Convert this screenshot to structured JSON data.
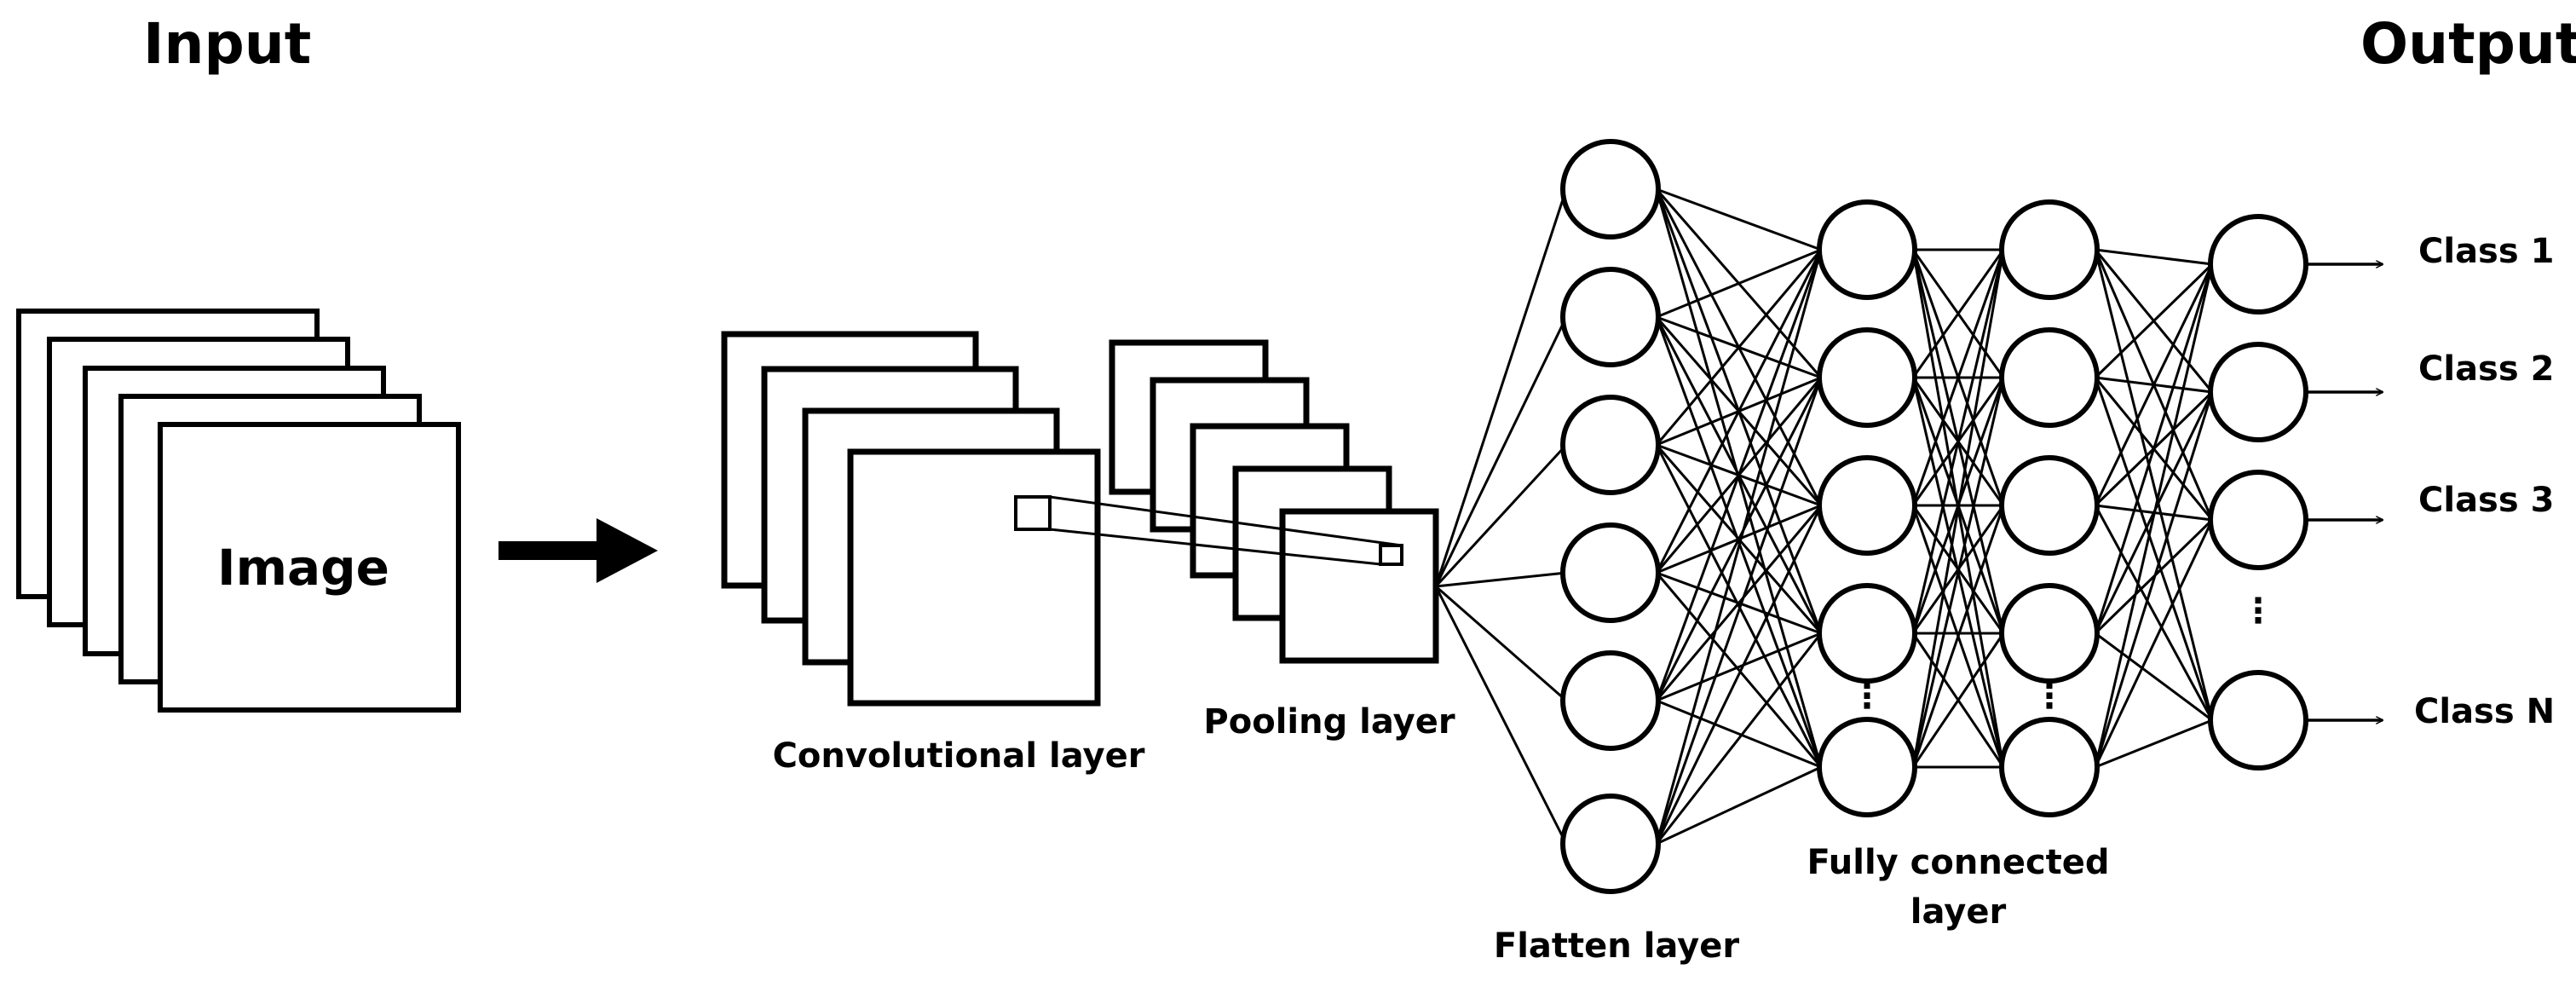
{
  "labels": {
    "input": "Input",
    "output": "Output",
    "image": "Image",
    "convolutional_layer": "Convolutional layer",
    "pooling_layer": "Pooling layer",
    "flatten_layer": "Flatten layer",
    "fully_connected_line1": "Fully connected",
    "fully_connected_line2": "layer",
    "dots": "⋮"
  },
  "classes": [
    "Class 1",
    "Class 2",
    "Class 3",
    "Class N"
  ],
  "stack_counts": {
    "input_images": 5,
    "conv_maps": 4,
    "pool_maps": 5
  },
  "neuron_counts": {
    "flatten": 6,
    "fc1": 5,
    "fc2": 5,
    "output": 4
  }
}
